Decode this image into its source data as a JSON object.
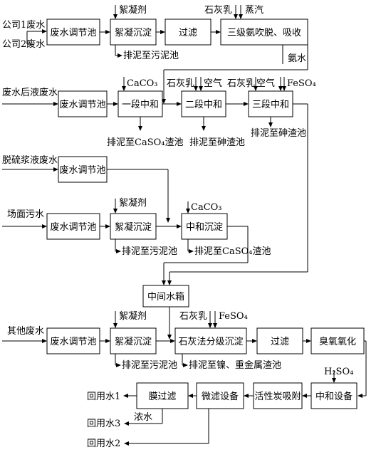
{
  "labels": {
    "company1": "公司1废水",
    "company2": "公司2废水",
    "acid_waste": "废水后液废水",
    "desulf": "脱硫浆液废水",
    "site": "场面污水",
    "other": "其他废水",
    "flocculant": "絮凝剂",
    "lime_milk": "石灰乳",
    "steam": "蒸汽",
    "ammonia_water": "氨水",
    "caco3": "CaCO₃",
    "air": "空气",
    "feso4": "FeSO₄",
    "h2so4": "H₂SO₄",
    "sludge": "排泥至污泥池",
    "caso4_sludge": "排泥至CaSO₄渣池",
    "as_sludge": "排泥至砷渣池",
    "as_sludge2": "排泥至砷渣池",
    "ni_sludge": "排泥至镍、重金属渣池",
    "concentrate": "浓水",
    "reuse1": "回用水1",
    "reuse2": "回用水2",
    "reuse3": "回用水3"
  },
  "boxes": {
    "adjust": "废水调节池",
    "floc": "絮凝沉淀",
    "filter": "过滤",
    "strip": "三级氨吹脱、吸收",
    "neut1": "一段中和",
    "neut2": "二段中和",
    "neut3": "三段中和",
    "neutsed": "中和沉淀",
    "tank": "中间水箱",
    "limesed": "石灰法分级沉淀",
    "ozone": "臭氧氧化",
    "neutdev": "中和设备",
    "carbon": "活性炭吸附",
    "micro": "微滤设备",
    "membrane": "膜过滤"
  }
}
